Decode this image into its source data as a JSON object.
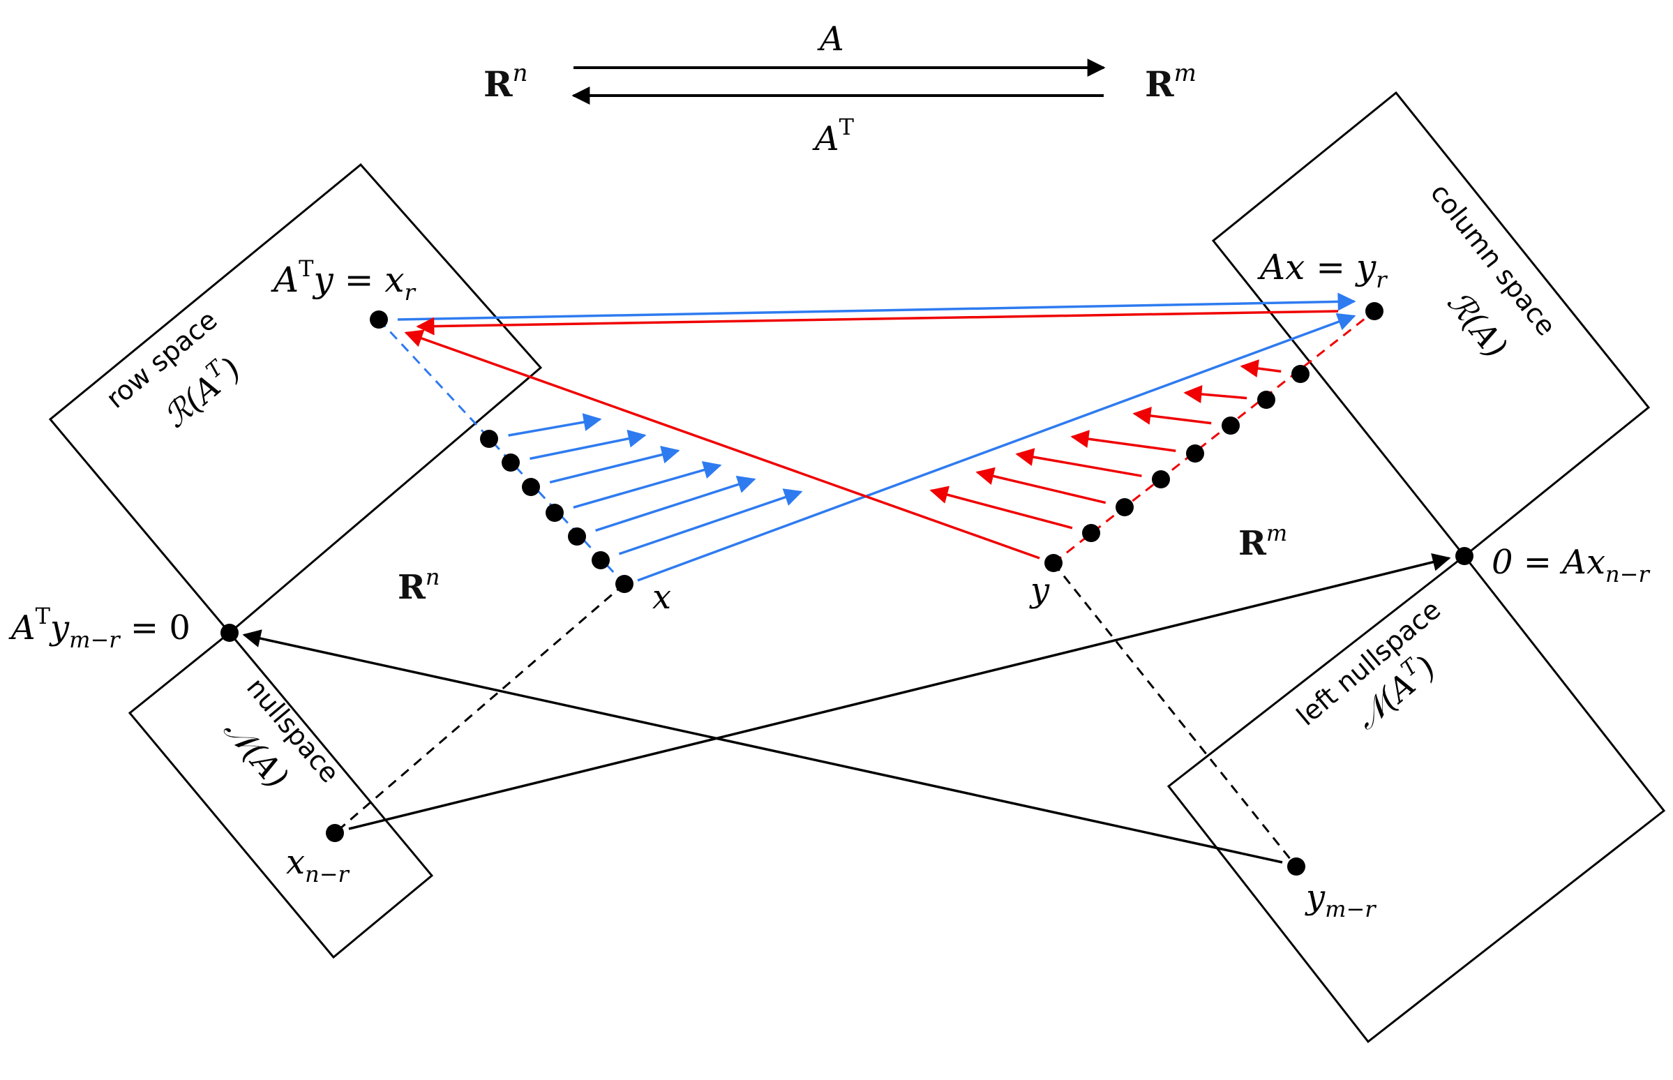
{
  "top_map": {
    "domain_label": "R",
    "domain_sup": "n",
    "codomain_label": "R",
    "codomain_sup": "m",
    "forward_label": "A",
    "backward_label": "A",
    "backward_sup": "T"
  },
  "regions": {
    "Rn_label": "R",
    "Rn_sup": "n",
    "Rm_label": "R",
    "Rm_sup": "m"
  },
  "subspaces": {
    "row_space": {
      "name": "row space",
      "symbol": "ℛ(A",
      "sup": "T",
      "close": ")"
    },
    "nullspace": {
      "name": "nullspace",
      "symbol": "𝒩(A)"
    },
    "column_space": {
      "name": "column space",
      "symbol": "ℛ(A)"
    },
    "left_nullspace": {
      "name": "left nullspace",
      "symbol": "𝒩(A",
      "sup": "T",
      "close": ")"
    }
  },
  "points": {
    "xr": {
      "label_a": "A",
      "label_sup": "T",
      "label_b": "y = x",
      "label_sub": "r"
    },
    "yr": {
      "label": "Ax = y",
      "label_sub": "r"
    },
    "x": {
      "label": "x"
    },
    "y": {
      "label": "y"
    },
    "xnr": {
      "label": "x",
      "label_sub": "n−r"
    },
    "ynr": {
      "label": "y",
      "label_sub": "m−r"
    },
    "zero_n": {
      "label_a": "A",
      "label_sup": "T",
      "label_b": "y",
      "label_sub": "m−r",
      "label_c": " = 0"
    },
    "zero_m": {
      "label_a": "0 = Ax",
      "label_sub": "n−r"
    }
  },
  "colors": {
    "blue": "#2e7bf0",
    "red": "#f00000",
    "black": "#000000"
  },
  "interpolation_steps": 6
}
